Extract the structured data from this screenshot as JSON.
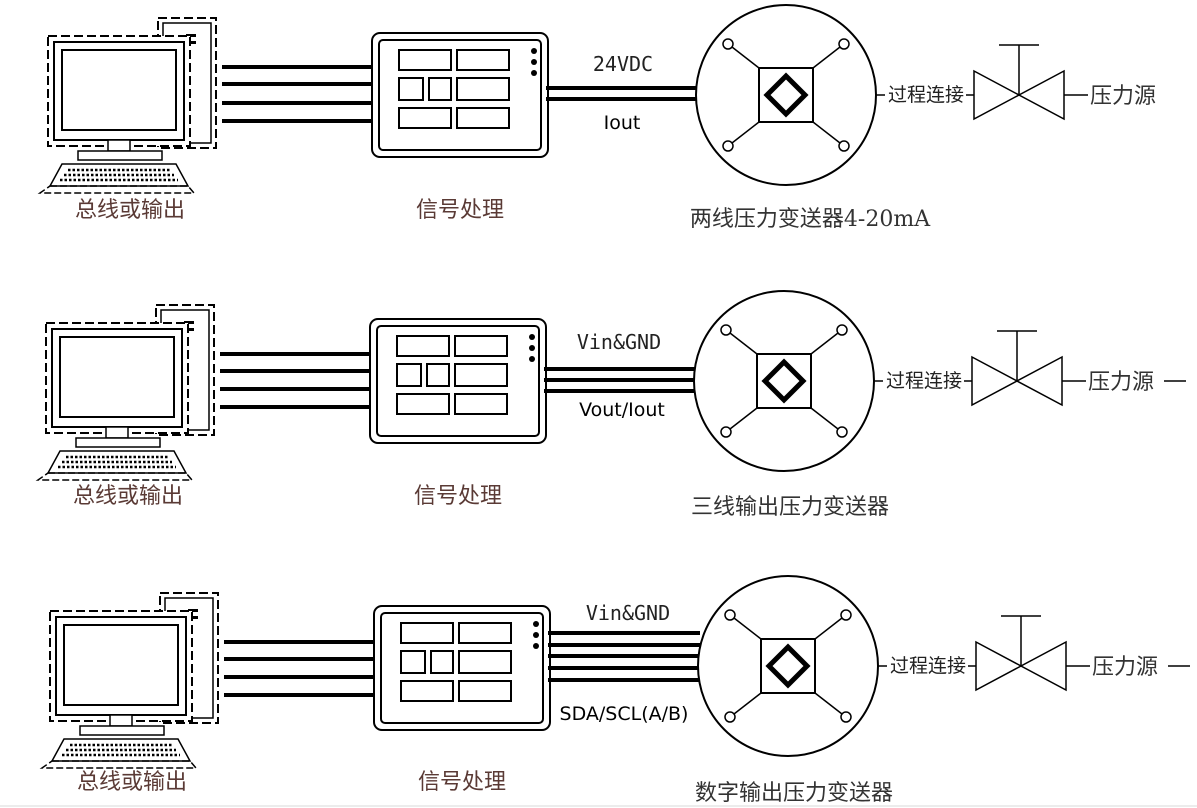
{
  "rows": [
    {
      "computer_label": "总线或输出",
      "processor_label": "信号处理",
      "upper_wire_label": "24VDC",
      "lower_wire_label": "Iout",
      "transmitter_label": "两线压力变送器4-20mA",
      "connection_label": "过程连接",
      "source_label": "压力源"
    },
    {
      "computer_label": "总线或输出",
      "processor_label": "信号处理",
      "upper_wire_label": "Vin&GND",
      "lower_wire_label": "Vout/Iout",
      "transmitter_label": "三线输出压力变送器",
      "connection_label": "过程连接",
      "source_label": "压力源"
    },
    {
      "computer_label": "总线或输出",
      "processor_label": "信号处理",
      "upper_wire_label": "Vin&GND",
      "lower_wire_label": "SDA/SCL(A/B)",
      "transmitter_label": "数字输出压力变送器",
      "connection_label": "过程连接",
      "source_label": "压力源"
    }
  ]
}
